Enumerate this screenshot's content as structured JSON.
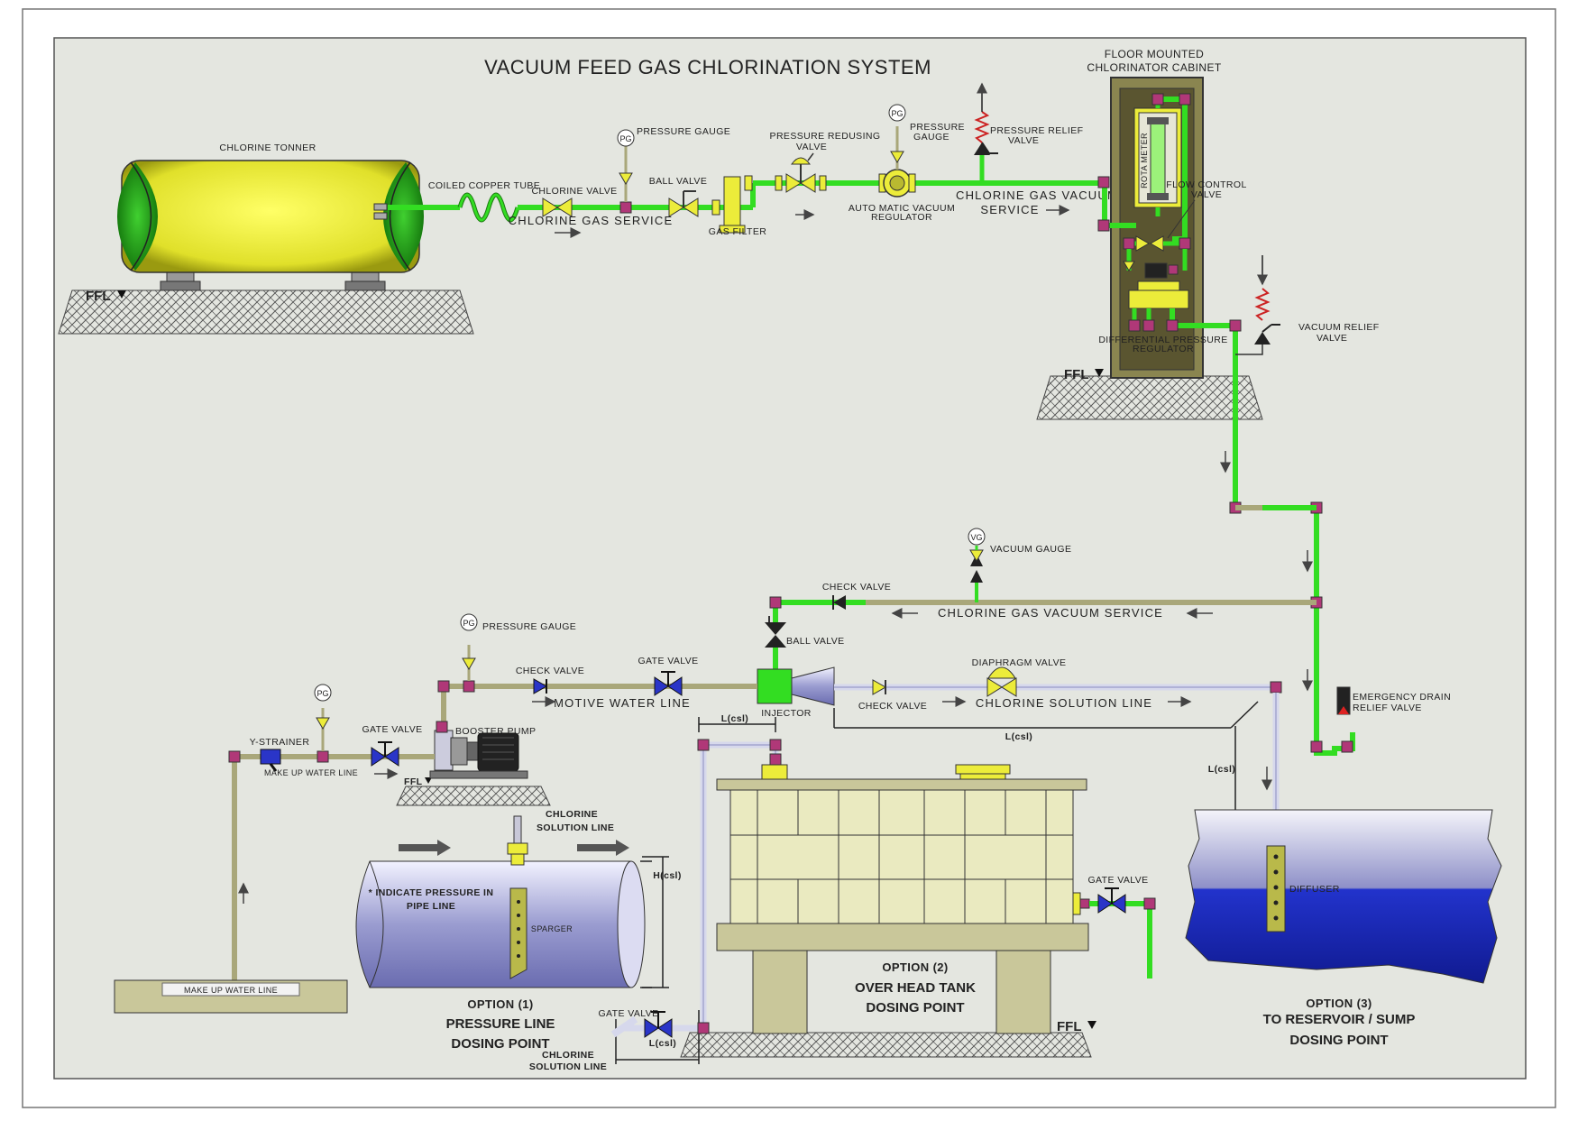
{
  "title": "VACUUM FEED GAS CHLORINATION SYSTEM",
  "cabinet": {
    "title_line1": "FLOOR MOUNTED",
    "title_line2": "CHLORINATOR CABINET",
    "rota_meter": "ROTA METER",
    "flow_control_line1": "FLOW CONTROL",
    "flow_control_line2": "VALVE",
    "diff_pressure_line1": "DIFFERENTIAL PRESSURE",
    "diff_pressure_line2": "REGULATOR"
  },
  "gas_train": {
    "chlorine_tonner": "CHLORINE TONNER",
    "coiled_copper_tube": "COILED COPPER TUBE",
    "chlorine_valve": "CHLORINE VALVE",
    "pressure_gauge_1": "PRESSURE GAUGE",
    "ball_valve": "BALL VALVE",
    "chlorine_gas_service": "CHLORINE GAS SERVICE",
    "gas_filter": "GAS FILTER",
    "pressure_reducing_line1": "PRESSURE REDUSING",
    "pressure_reducing_line2": "VALVE",
    "auto_vacuum_line1": "AUTO MATIC VACUUM",
    "auto_vacuum_line2": "REGULATOR",
    "pressure_gauge_2_line1": "PRESSURE",
    "pressure_gauge_2_line2": "GAUGE",
    "pressure_relief_line1": "PRESSURE RELIEF",
    "pressure_relief_line2": "VALVE",
    "vacuum_service_line1": "CHLORINE GAS VACUUM",
    "vacuum_service_line2": "SERVICE",
    "pg": "PG"
  },
  "vacuum_line": {
    "vacuum_relief_line1": "VACUUM RELIEF",
    "vacuum_relief_line2": "VALVE",
    "vacuum_gauge": "VACUUM GAUGE",
    "vg": "VG",
    "check_valve": "CHECK VALVE",
    "vacuum_service": "CHLORINE GAS VACUUM SERVICE",
    "ball_valve": "BALL VALVE",
    "emergency_line1": "EMERGENCY DRAIN",
    "emergency_line2": "RELIEF   VALVE"
  },
  "water_train": {
    "pressure_gauge": "PRESSURE GAUGE",
    "check_valve": "CHECK VALVE",
    "gate_valve": "GATE VALVE",
    "motive_water_line": "MOTIVE WATER LINE",
    "injector": "INJECTOR",
    "y_strainer": "Y-STRAINER",
    "gate_valve_2": "GATE VALVE",
    "booster_pump": "BOOSTER PUMP",
    "make_up_water_line": "MAKE UP WATER LINE",
    "make_up_water_line_box": "MAKE UP WATER LINE",
    "pg": "PG"
  },
  "solution_line": {
    "check_valve": "CHECK VALVE",
    "diaphragm_valve": "DIAPHRAGM VALVE",
    "chlorine_solution_line": "CHLORINE SOLUTION LINE",
    "lcsl": "L(csl)",
    "hcsl": "H(csl)"
  },
  "option1": {
    "line1": "OPTION (1)",
    "line2": "PRESSURE LINE",
    "line3": "DOSING POINT",
    "chlorine_solution_line1": "CHLORINE",
    "chlorine_solution_line2": "SOLUTION LINE",
    "indicate_line1": "* INDICATE PRESSURE IN",
    "indicate_line2": "PIPE LINE",
    "sparger": "SPARGER",
    "gate_valve": "GATE VALVE",
    "bottom_solution_line1": "CHLORINE",
    "bottom_solution_line2": "SOLUTION LINE"
  },
  "option2": {
    "line1": "OPTION (2)",
    "line2": "OVER HEAD TANK",
    "line3": "DOSING POINT",
    "gate_valve": "GATE VALVE"
  },
  "option3": {
    "line1": "OPTION (3)",
    "line2": "TO RESERVOIR / SUMP",
    "line3": "DOSING POINT",
    "diffuser": "DIFFUSER"
  },
  "ffl": "FFL",
  "colors": {
    "background": "#e4e6e0",
    "gas_pipe": "#33dd22",
    "water_pipe": "#a9a77a",
    "solution_pipe": "#d6d8ec",
    "tank_yellow": "#f4f44a",
    "tank_green": "#1f9a12",
    "elbow": "#b03878",
    "valve_yellow": "#ecec3a",
    "valve_blue": "#2a35c8",
    "cabinet": "#8a8550",
    "reservoir_water": "#1f2ecc",
    "overhead_tank": "#eaeac0"
  }
}
